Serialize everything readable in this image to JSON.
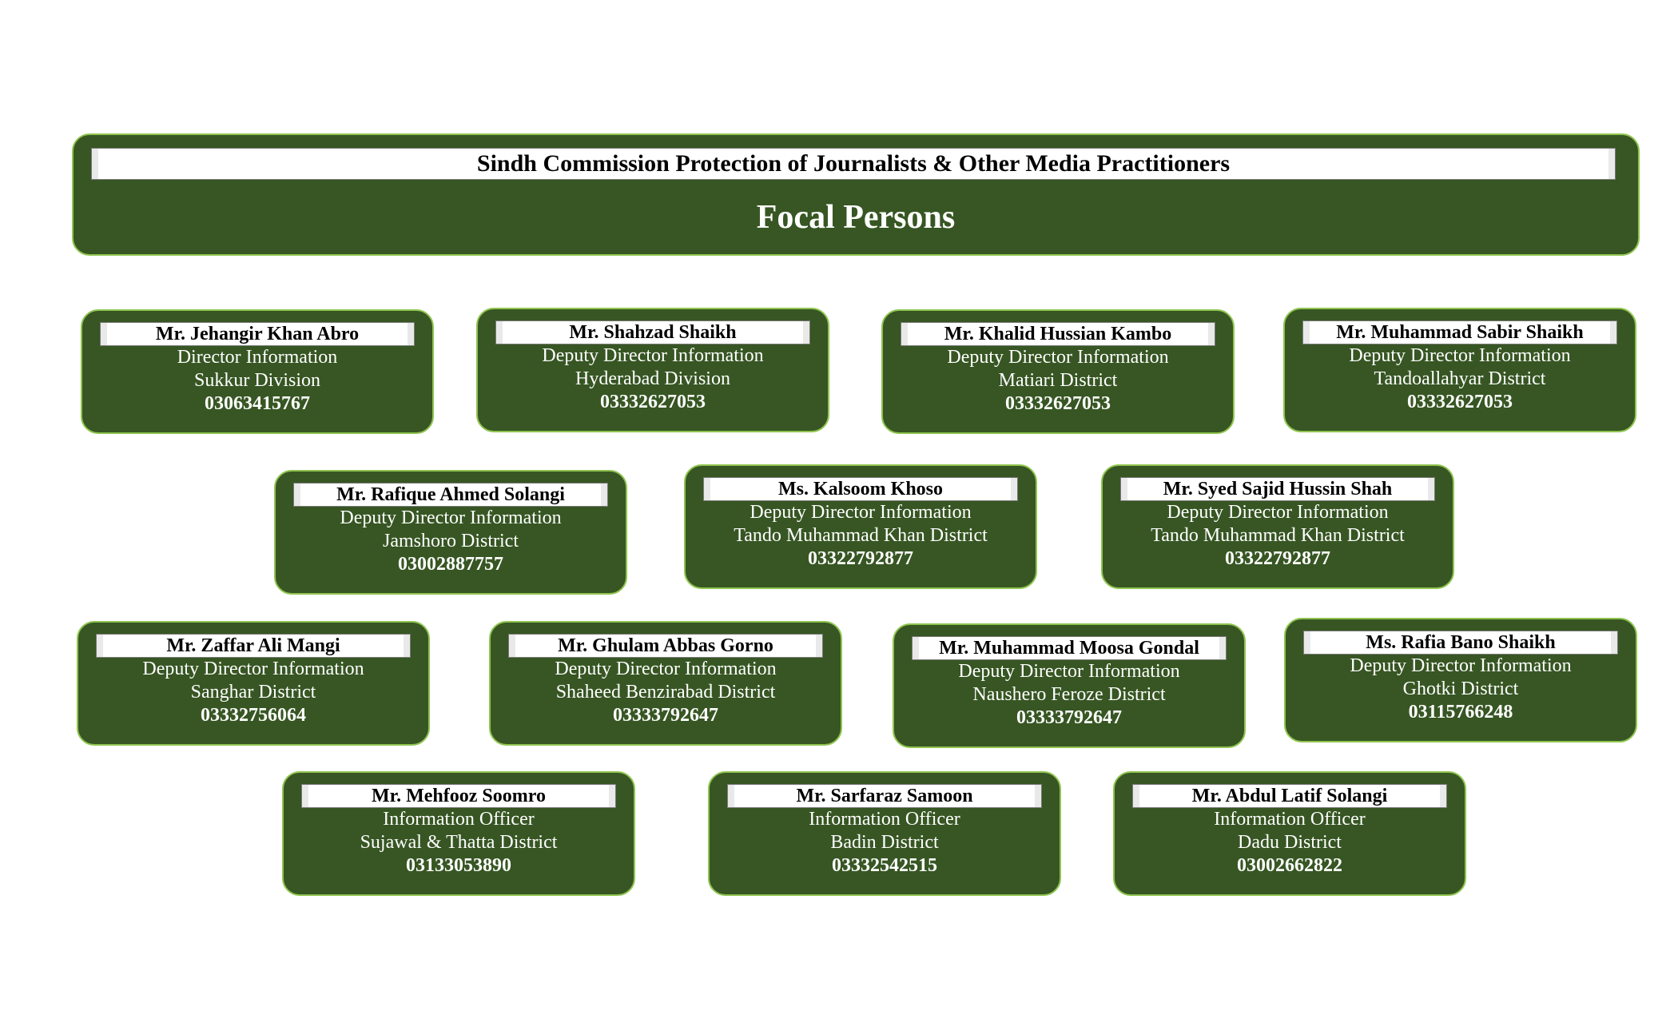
{
  "header": {
    "title": "Sindh Commission Protection of Journalists & Other Media Practitioners",
    "subtitle": "Focal Persons"
  },
  "persons": [
    {
      "name": "Mr. Jehangir Khan Abro",
      "title": "Director Information",
      "location": "Sukkur Division",
      "phone": "03063415767"
    },
    {
      "name": "Mr. Shahzad Shaikh",
      "title": "Deputy Director Information",
      "location": "Hyderabad Division",
      "phone": "03332627053"
    },
    {
      "name": "Mr. Khalid Hussian Kambo",
      "title": "Deputy Director Information",
      "location": "Matiari District",
      "phone": "03332627053"
    },
    {
      "name": "Mr. Muhammad Sabir Shaikh",
      "title": "Deputy Director Information",
      "location": "Tandoallahyar District",
      "phone": "03332627053"
    },
    {
      "name": "Mr. Rafique Ahmed Solangi",
      "title": "Deputy Director Information",
      "location": "Jamshoro District",
      "phone": "03002887757"
    },
    {
      "name": "Ms. Kalsoom Khoso",
      "title": "Deputy Director Information",
      "location": "Tando Muhammad Khan District",
      "phone": "03322792877"
    },
    {
      "name": "Mr. Syed Sajid Hussin Shah",
      "title": "Deputy Director Information",
      "location": "Tando Muhammad Khan District",
      "phone": "03322792877"
    },
    {
      "name": "Mr. Zaffar Ali Mangi",
      "title": "Deputy Director Information",
      "location": "Sanghar District",
      "phone": "03332756064"
    },
    {
      "name": "Mr. Ghulam Abbas Gorno",
      "title": "Deputy Director Information",
      "location": "Shaheed Benzirabad District",
      "phone": "03333792647"
    },
    {
      "name": "Mr. Muhammad Moosa Gondal",
      "title": "Deputy Director Information",
      "location": "Naushero Feroze District",
      "phone": "03333792647"
    },
    {
      "name": "Ms. Rafia Bano Shaikh",
      "title": "Deputy Director Information",
      "location": "Ghotki District",
      "phone": "03115766248"
    },
    {
      "name": "Mr. Mehfooz Soomro",
      "title": "Information Officer",
      "location": "Sujawal & Thatta District",
      "phone": "03133053890"
    },
    {
      "name": "Mr. Sarfaraz Samoon",
      "title": "Information Officer",
      "location": "Badin District",
      "phone": "03332542515"
    },
    {
      "name": "Mr. Abdul Latif Solangi",
      "title": "Information Officer",
      "location": "Dadu District",
      "phone": "03002662822"
    }
  ]
}
